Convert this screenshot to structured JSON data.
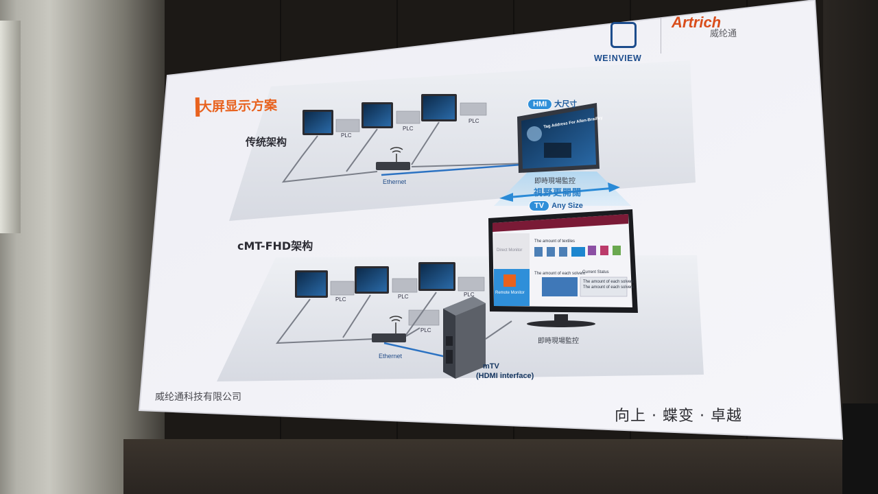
{
  "slide": {
    "title": "大屏显示方案",
    "company": "威纶通科技有限公司",
    "slogan": "向上 · 蝶变 · 卓越"
  },
  "logos": {
    "weinview": "WE!NVIEW",
    "artrich": "Artrich",
    "artrich_sub": "威纶通"
  },
  "top_section": {
    "label": "传统架构",
    "plc_labels": [
      "PLC",
      "PLC",
      "PLC"
    ],
    "ethernet_label": "Ethernet",
    "hmi_badge_tag": "HMI",
    "hmi_badge_text": "大尺寸",
    "hmi_screen_text": "Tag Address For Allen-Bradley",
    "hmi_caption": "即時現場監控",
    "wide_view": "視野更開闊"
  },
  "bottom_section": {
    "label": "cMT-FHD架构",
    "plc_labels": [
      "PLC",
      "PLC",
      "PLC",
      "PLC"
    ],
    "ethernet_label": "Ethernet",
    "tv_badge_tag": "TV",
    "tv_badge_text": "Any Size",
    "tv_caption": "即時現場監控",
    "mtv_name": "mTV",
    "mtv_interface": "(HDMI interface)",
    "tv_screen": {
      "menu_direct": "Direct Monitor",
      "menu_remote": "Remote Monitor",
      "amount_textiles": "The amount of textiles",
      "amount_solvent": "The amount of each solvent",
      "current_status": "Current Status",
      "status_line1": "The amount of each solvent",
      "status_line2": "The amount of each solvent"
    }
  },
  "colors": {
    "accent_orange": "#e8621e",
    "badge_blue": "#2f8fd9",
    "ethernet_blue": "#1f4a86",
    "screen_white": "#f4f4f8"
  }
}
